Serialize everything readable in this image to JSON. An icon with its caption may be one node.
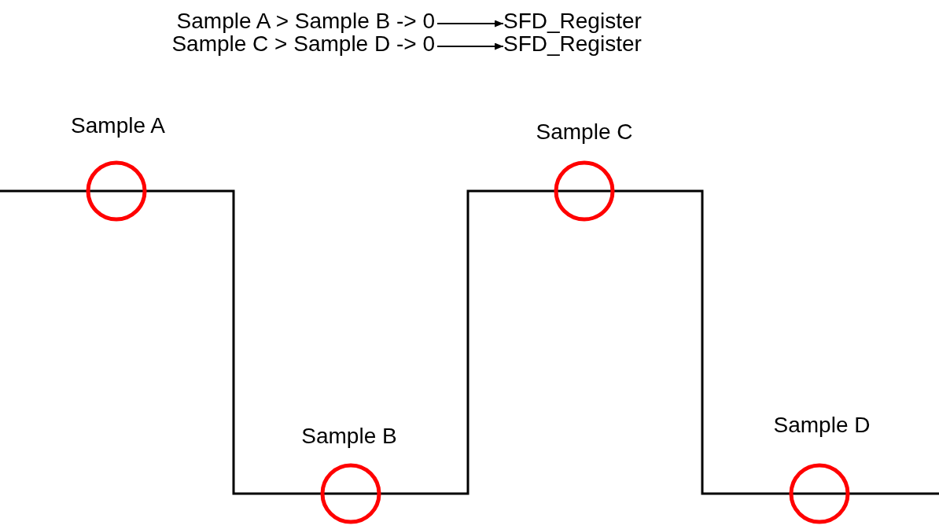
{
  "diagram": {
    "nodes": [
      {
        "text": [
          "Sample A > Sample B -> 0"
        ]
      },
      {
        "text": [
          "SFD_Register"
        ]
      },
      {
        "text": [
          "Sample C > Sample D -> 0"
        ]
      },
      {
        "text": [
          "SFD_Register"
        ]
      }
    ],
    "edges": [
      {
        "from": 0,
        "to": 1,
        "arrow": "to"
      },
      {
        "from": 2,
        "to": 3,
        "arrow": "to"
      }
    ],
    "labels": [
      "Sample A",
      "Sample C",
      "Sample B",
      "Sample D"
    ]
  }
}
